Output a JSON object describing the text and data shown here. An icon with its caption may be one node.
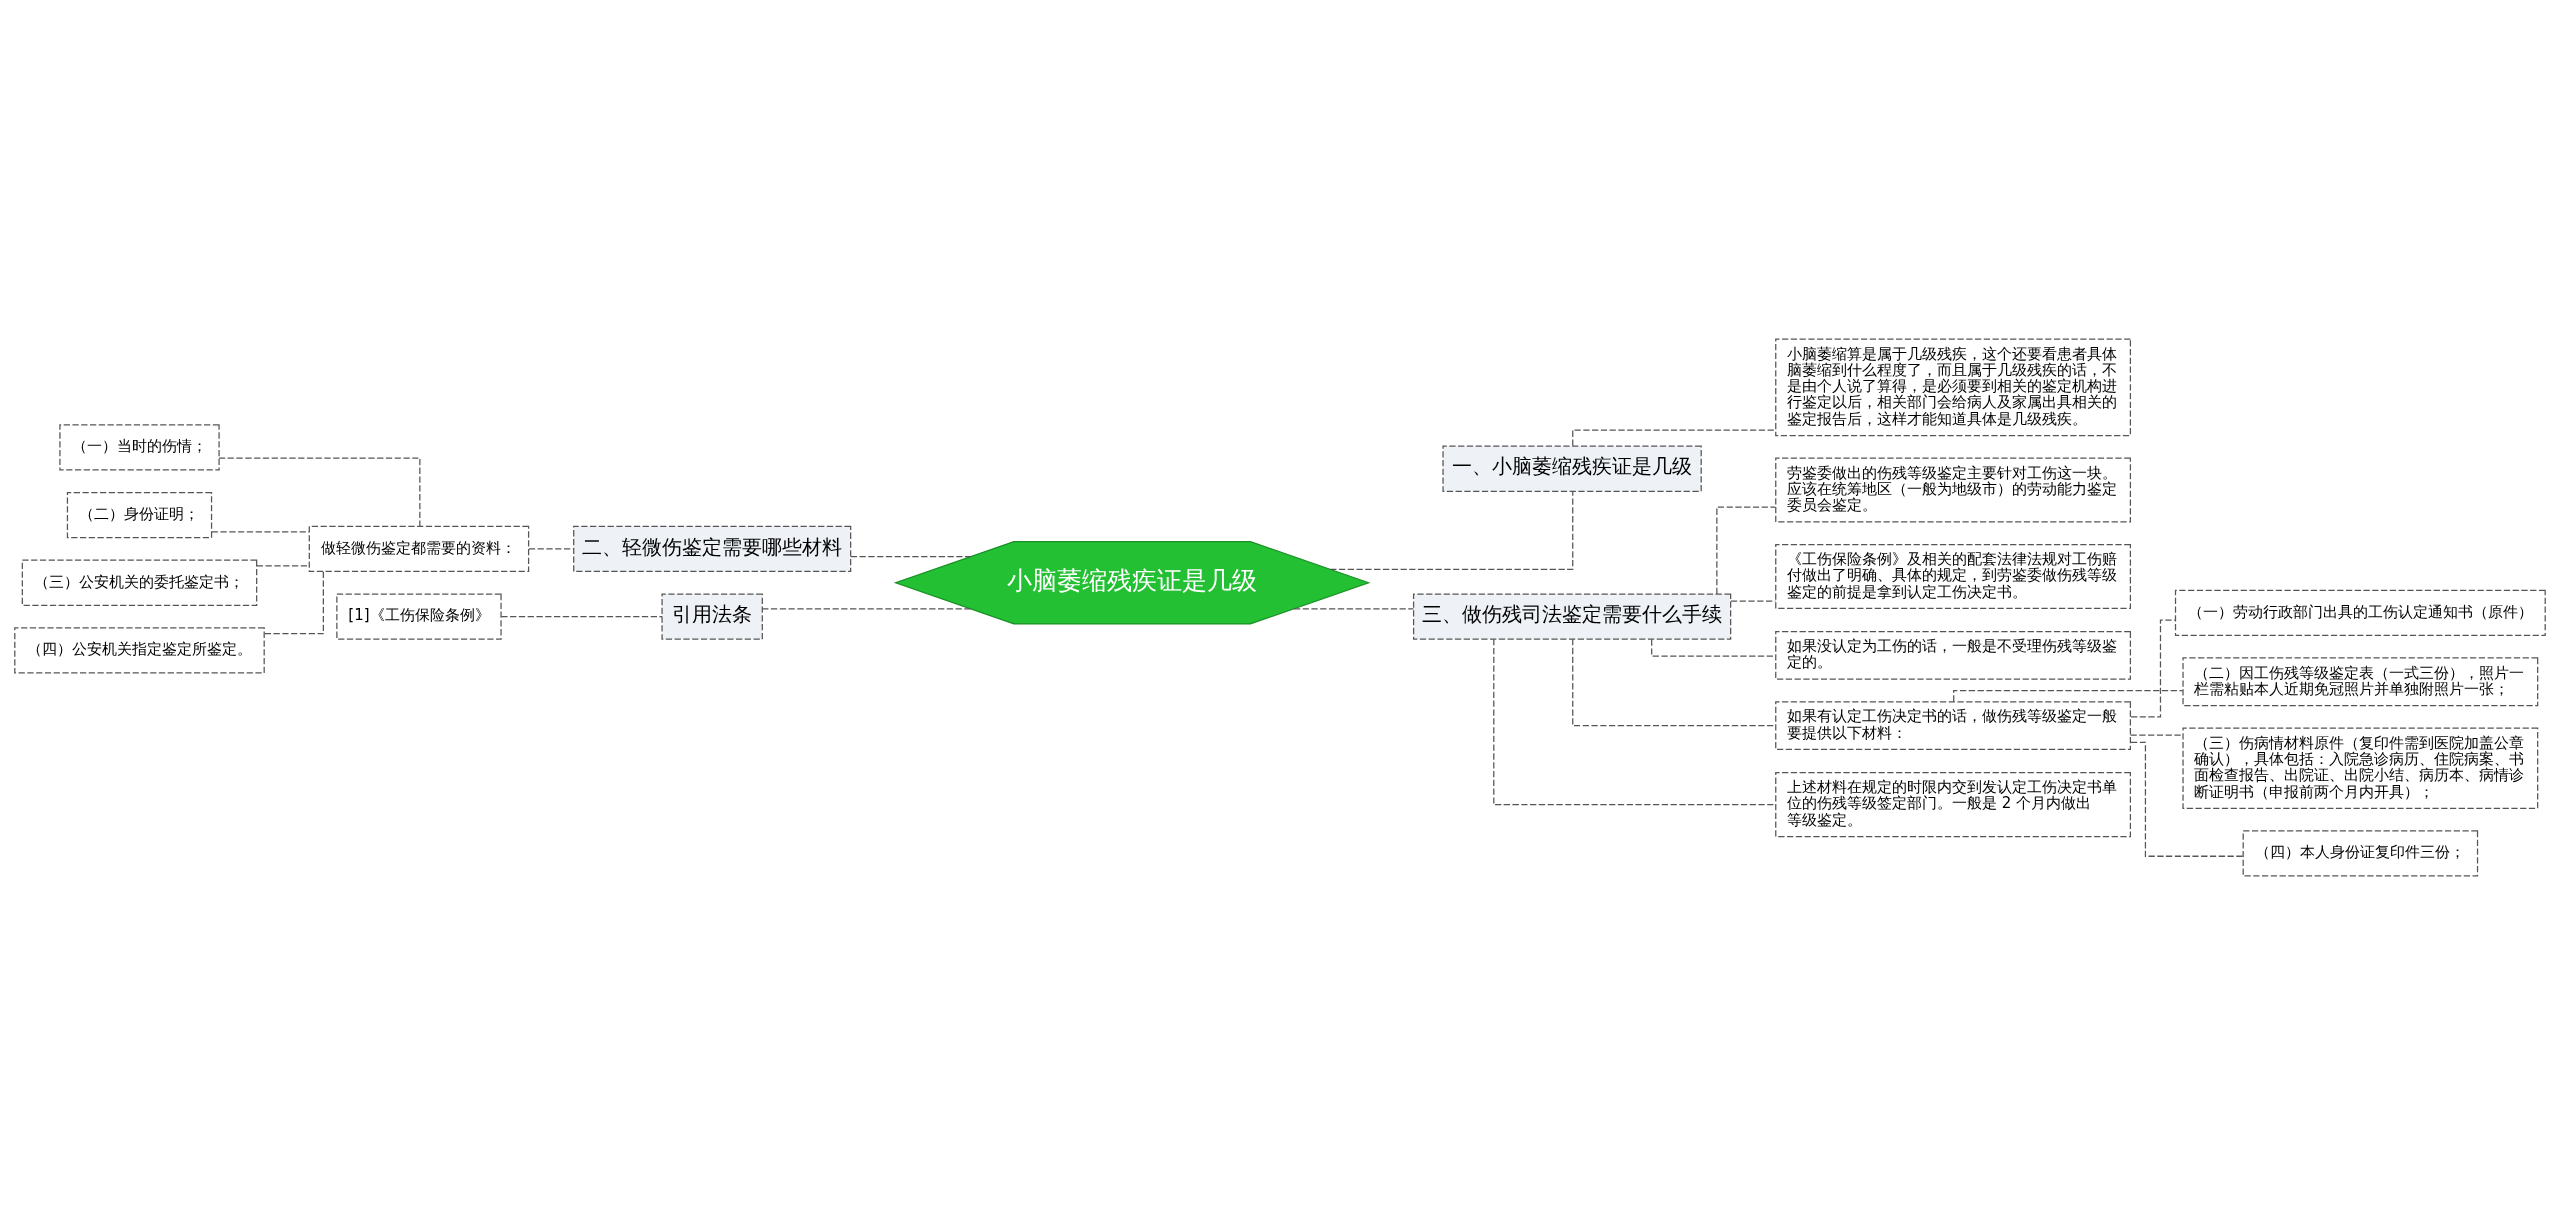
{
  "diagram": {
    "nodes": [
      {
        "text": [
          "小脑萎缩残疾证是几级"
        ]
      },
      {
        "text": [
          "一、小脑萎缩残疾证是几级"
        ]
      },
      {
        "text": [
          "小脑萎缩算是属于几级残疾，这个还要看患者具体脑萎缩到什么程度了，而且属于几级残疾的话，不是由个人说了算得，是必须要到相关的鉴定机构进行鉴定以后，相关部门会给病人及家属出具相关的鉴定报告后，这样才能知道具体是几级残疾。"
        ]
      },
      {
        "text": [
          "二、轻微伤鉴定需要哪些材料"
        ]
      },
      {
        "text": [
          "做轻微伤鉴定都需要的资料："
        ]
      },
      {
        "text": [
          "（一）当时的伤情；"
        ]
      },
      {
        "text": [
          "（二）身份证明；"
        ]
      },
      {
        "text": [
          "（三）公安机关的委托鉴定书；"
        ]
      },
      {
        "text": [
          "（四）公安机关指定鉴定所鉴定。"
        ]
      },
      {
        "text": [
          "引用法条"
        ]
      },
      {
        "text": [
          "[1]《工伤保险条例》"
        ]
      },
      {
        "text": [
          "三、做伤残司法鉴定需要什么手续"
        ]
      },
      {
        "text": [
          "劳鉴委做出的伤残等级鉴定主要针对工伤这一块。应该在统筹地区（一般为地级市）的劳动能力鉴定委员会鉴定。"
        ]
      },
      {
        "text": [
          "《工伤保险条例》及相关的配套法律法规对工伤赔付做出了明确、具体的规定，到劳鉴委做伤残等级鉴定的前提是拿到认定工伤决定书。"
        ]
      },
      {
        "text": [
          "如果没认定为工伤的话，一般是不受理伤残等级鉴定的。"
        ]
      },
      {
        "text": [
          "如果有认定工伤决定书的话，做伤残等级鉴定一般要提供以下材料："
        ]
      },
      {
        "text": [
          "（一）劳动行政部门出具的工伤认定通知书（原件）"
        ]
      },
      {
        "text": [
          "（二）因工伤残等级鉴定表（一式三份），照片一栏需粘贴本人近期免冠照片并单独附照片一张；"
        ]
      },
      {
        "text": [
          "（三）伤病情材料原件（复印件需到医院加盖公章确认），具体包括：入院急诊病历、住院病案、书面检查报告、出院证、出院小结、病历本、病情诊断证明书（申报前两个月内开具）；"
        ]
      },
      {
        "text": [
          "（四）本人身份证复印件三份；"
        ]
      },
      {
        "text": [
          "上述材料在规定的时限内交到发认定工伤决定书单位的伤残等级签定部门。一般是 2 个月内做出等级鉴定。"
        ]
      }
    ],
    "edges": [
      {
        "from": 0,
        "to": 1,
        "arrow": "none",
        "style": "dashed"
      },
      {
        "from": 1,
        "to": 2,
        "arrow": "none",
        "style": "dashed"
      },
      {
        "from": 0,
        "to": 3,
        "arrow": "none",
        "style": "dashed"
      },
      {
        "from": 3,
        "to": 4,
        "arrow": "none",
        "style": "dashed"
      },
      {
        "from": 4,
        "to": 5,
        "arrow": "none",
        "style": "dashed"
      },
      {
        "from": 4,
        "to": 6,
        "arrow": "none",
        "style": "dashed"
      },
      {
        "from": 4,
        "to": 7,
        "arrow": "none",
        "style": "dashed"
      },
      {
        "from": 4,
        "to": 8,
        "arrow": "none",
        "style": "dashed"
      },
      {
        "from": 0,
        "to": 9,
        "arrow": "none",
        "style": "dashed"
      },
      {
        "from": 9,
        "to": 10,
        "arrow": "none",
        "style": "dashed"
      },
      {
        "from": 0,
        "to": 11,
        "arrow": "none",
        "style": "dashed"
      },
      {
        "from": 11,
        "to": 12,
        "arrow": "none",
        "style": "dashed"
      },
      {
        "from": 11,
        "to": 13,
        "arrow": "none",
        "style": "dashed"
      },
      {
        "from": 11,
        "to": 14,
        "arrow": "none",
        "style": "dashed"
      },
      {
        "from": 11,
        "to": 15,
        "arrow": "none",
        "style": "dashed"
      },
      {
        "from": 15,
        "to": 16,
        "arrow": "none",
        "style": "dashed"
      },
      {
        "from": 15,
        "to": 17,
        "arrow": "none",
        "style": "dashed"
      },
      {
        "from": 15,
        "to": 18,
        "arrow": "none",
        "style": "dashed"
      },
      {
        "from": 15,
        "to": 19,
        "arrow": "none",
        "style": "dashed"
      },
      {
        "from": 11,
        "to": 20,
        "arrow": "none",
        "style": "dashed"
      }
    ]
  }
}
